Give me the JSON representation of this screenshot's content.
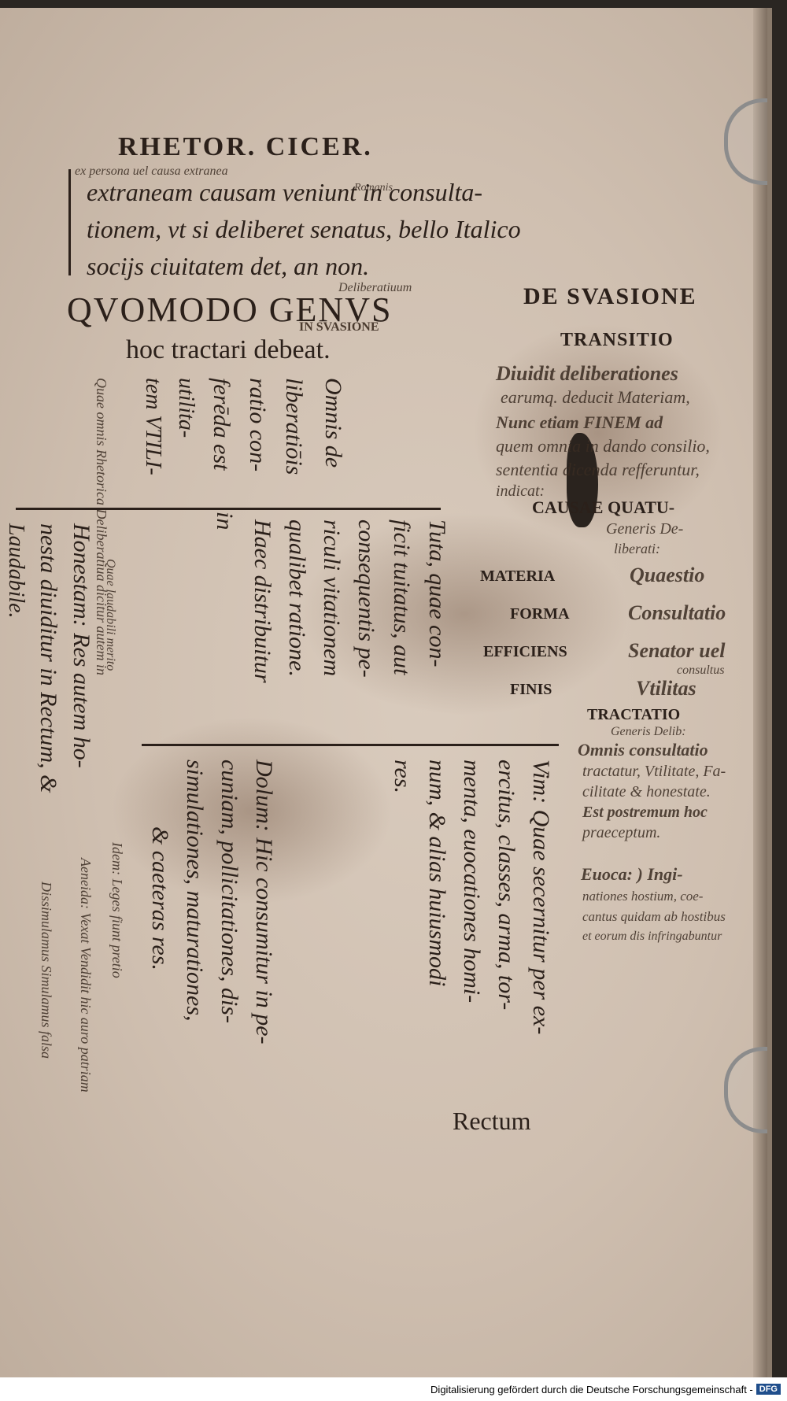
{
  "header": {
    "running_title": "RHETOR. CICER."
  },
  "top_text": {
    "ms_gloss_1": "ex persona uel causa extranea",
    "ms_gloss_2": "Romanis",
    "line_1": "extraneam causam veniunt in consulta-",
    "line_2": "tionem, vt si deliberet senatus, bello Italico",
    "line_3": "socijs ciuitatem det, an non."
  },
  "heading": {
    "line_1": "QVOMODO GENVS",
    "ms_gloss_1": "Deliberatiuum",
    "ms_gloss_2": "IN SVASIONE",
    "line_2": "hoc tractari debeat."
  },
  "vertical_text": {
    "omnis": "Omnis de",
    "liberationis": "liberatiōis",
    "ratio": "ratio con-",
    "ferenda": "ferēda est",
    "in": "in",
    "utilitatem": "utilita-",
    "tem_vtilitatem": "tem VTILI-",
    "ms_left": "Quae omnis Rhetorica Deliberatiua dicitur autem in",
    "tuta": "Tuta, quae con-",
    "ficit": "ficit tuitatus, aut",
    "consequentis": "consequentis pe-",
    "riculi": "riculi vitationem",
    "qualibet": "qualibet ratione.",
    "haec": "Haec distribuitur",
    "honestam": "Honestam: Res autem ho-",
    "nesta": "nesta diuiditur in Rectum, &",
    "laudabile": "Laudabile.",
    "ms_laudabile": "Quae laudabili merito",
    "dolum": "Dolum: Hic consumitur in pe-",
    "cuniam": "cuniam, pollicitationes, dis-",
    "simulationes": "simulationes, maturationes,",
    "et_caeteras": "& caeteras res.",
    "ms_dolum_1": "Idem: Leges fiunt pretio",
    "ms_dolum_2": "Aeneida: Vexat Vendidit hic auro patriam",
    "ms_dolum_3": "Dissimulamus Simulamus falsa",
    "vim": "Vim: Quae secernitur per ex-",
    "ercitus": "ercitus, classes, arma, tor-",
    "menta": "menta, euocationes homi-",
    "num": "num, & alias huiusmodi",
    "res": "res.",
    "rectum": "Rectum"
  },
  "right_notes": {
    "title": "DE SVASIONE",
    "transitio": "TRANSITIO",
    "diuidit_1": "Diuidit deliberationes",
    "diuidit_2": "earumq. deducit Materiam,",
    "diuidit_3": "Nunc etiam FINEM ad",
    "diuidit_4": "quem omnia in dando consilio,",
    "diuidit_5": "sententia dicenda refferuntur,",
    "diuidit_6": "indicat:",
    "causae": "CAUSAE QUATU-",
    "generis": "Generis De-",
    "liberati": "liberati:",
    "rows": [
      {
        "label": "MATERIA",
        "value": "Quaestio"
      },
      {
        "label": "FORMA",
        "value": "Consultatio"
      },
      {
        "label": "EFFICIENS",
        "value": "Senator uel"
      },
      {
        "label": "FINIS",
        "value": "Vtilitas"
      }
    ],
    "consultus": "consultus",
    "tractatio": "TRACTATIO",
    "generis_delib": "Generis Delib:",
    "omnis_1": "Omnis consultatio",
    "omnis_2": "tractatur, Vtilitate, Fa-",
    "omnis_3": "cilitate & honestate.",
    "omnis_4": "Est postremum hoc",
    "omnis_5": "praeceptum.",
    "euoca_1": "Euoca: ) Ingi-",
    "euoca_2": "nationes hostium, coe-",
    "euoca_3": "cantus quidam ab hostibus",
    "euoca_4": "et eorum dis infringabuntur"
  },
  "footer": {
    "credit": "Digitalisierung gefördert durch die Deutsche Forschungsgemeinschaft -",
    "badge": "DFG"
  }
}
